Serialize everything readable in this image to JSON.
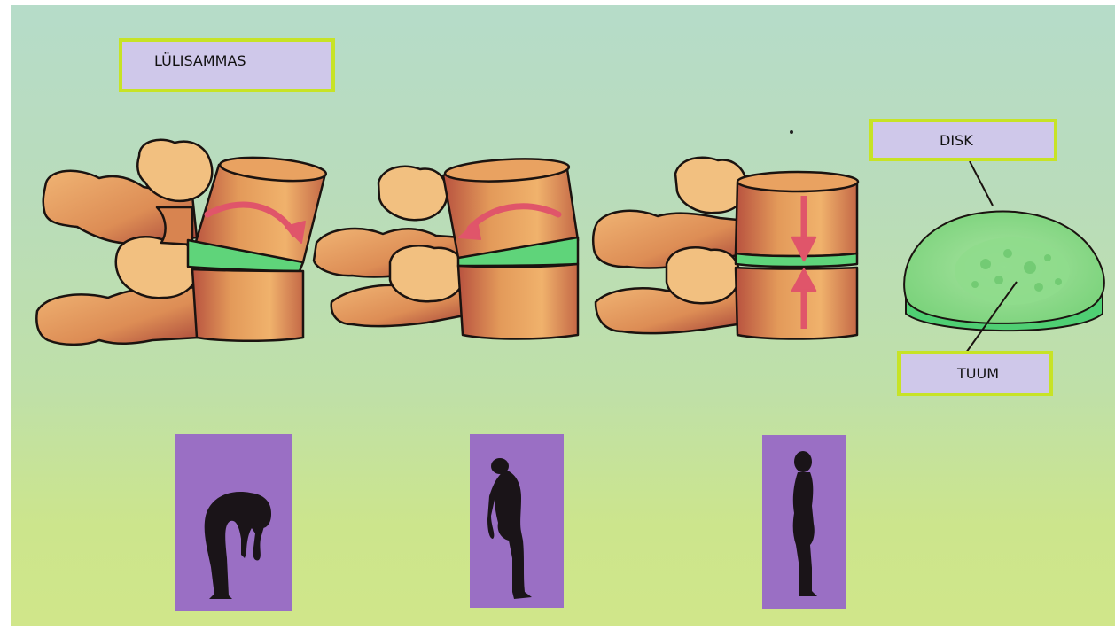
{
  "labels": {
    "spine": "LÜLISAMMAS",
    "disk": "DISK",
    "nucleus": "TUUM"
  },
  "colors": {
    "label_fill": "#cfc8ea",
    "label_border": "#c7e326",
    "bone": "#e9a25e",
    "bone_shadow": "#b0503e",
    "disc": "#5fd47a",
    "arrow": "#e0556a",
    "pose_panel": "#9a6fc4",
    "silhouette": "#1a1418"
  },
  "figures": [
    {
      "motion": "forward-bend",
      "arrow": "curved-right"
    },
    {
      "motion": "backward-bend",
      "arrow": "curved-left"
    },
    {
      "motion": "upright",
      "arrow": "vertical-compression"
    }
  ]
}
